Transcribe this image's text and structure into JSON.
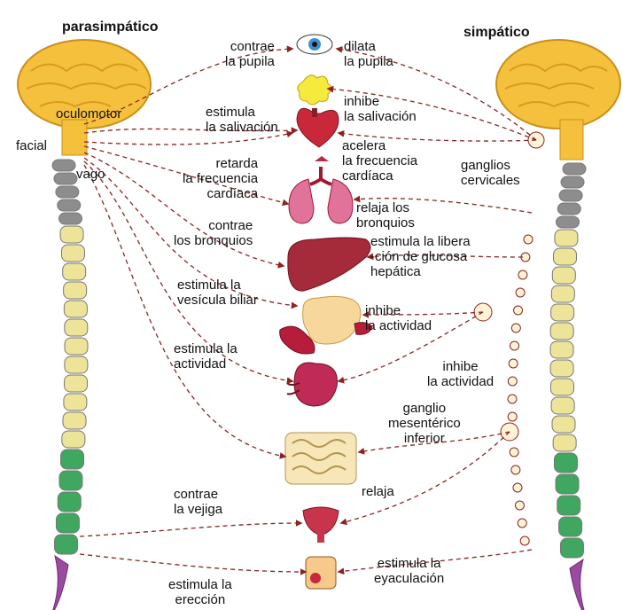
{
  "titles": {
    "left": "parasimpático",
    "right": "simpático"
  },
  "nerves": {
    "oculomotor": "oculomotor",
    "facial": "facial",
    "vago": "vago"
  },
  "organs": [
    "eye-icon",
    "salivary-gland-icon",
    "heart-icon",
    "lungs-icon",
    "liver-icon",
    "stomach-icon",
    "pancreas-icon",
    "kidney-icon",
    "intestine-icon",
    "bladder-icon",
    "genitals-icon"
  ],
  "colors": {
    "brain": "#f5c13c",
    "cervical": "#8d8d8d",
    "thoracic": "#ede49a",
    "lumbar": "#3fa75f",
    "sacral": "#9c4aa0",
    "arrow": "#8b2323"
  },
  "parasympathetic_effects": [
    "contrae\nla pupila",
    "estimula\nla salivación",
    "retarda\nla frecuencia\ncardíaca",
    "contrae\nlos bronquios",
    "estimula la\nvesícula biliar",
    "estimula la\nactividad",
    "contrae\nla vejiga",
    "estimula la\nerección"
  ],
  "sympathetic_effects": [
    "dilata\nla pupila",
    "inhibe\nla salivación",
    "acelera\nla frecuencia\ncardíaca",
    "relaja los\nbronquios",
    "estimula la libera\n-ción de glucosa\nhepática",
    "inhibe\nla actividad",
    "inhibe\nla actividad",
    "relaja",
    "estimula la\neyaculación"
  ],
  "ganglia": {
    "cervical": "ganglios\ncervicales",
    "mesenteric": "ganglio\nmesentérico\ninferior"
  }
}
